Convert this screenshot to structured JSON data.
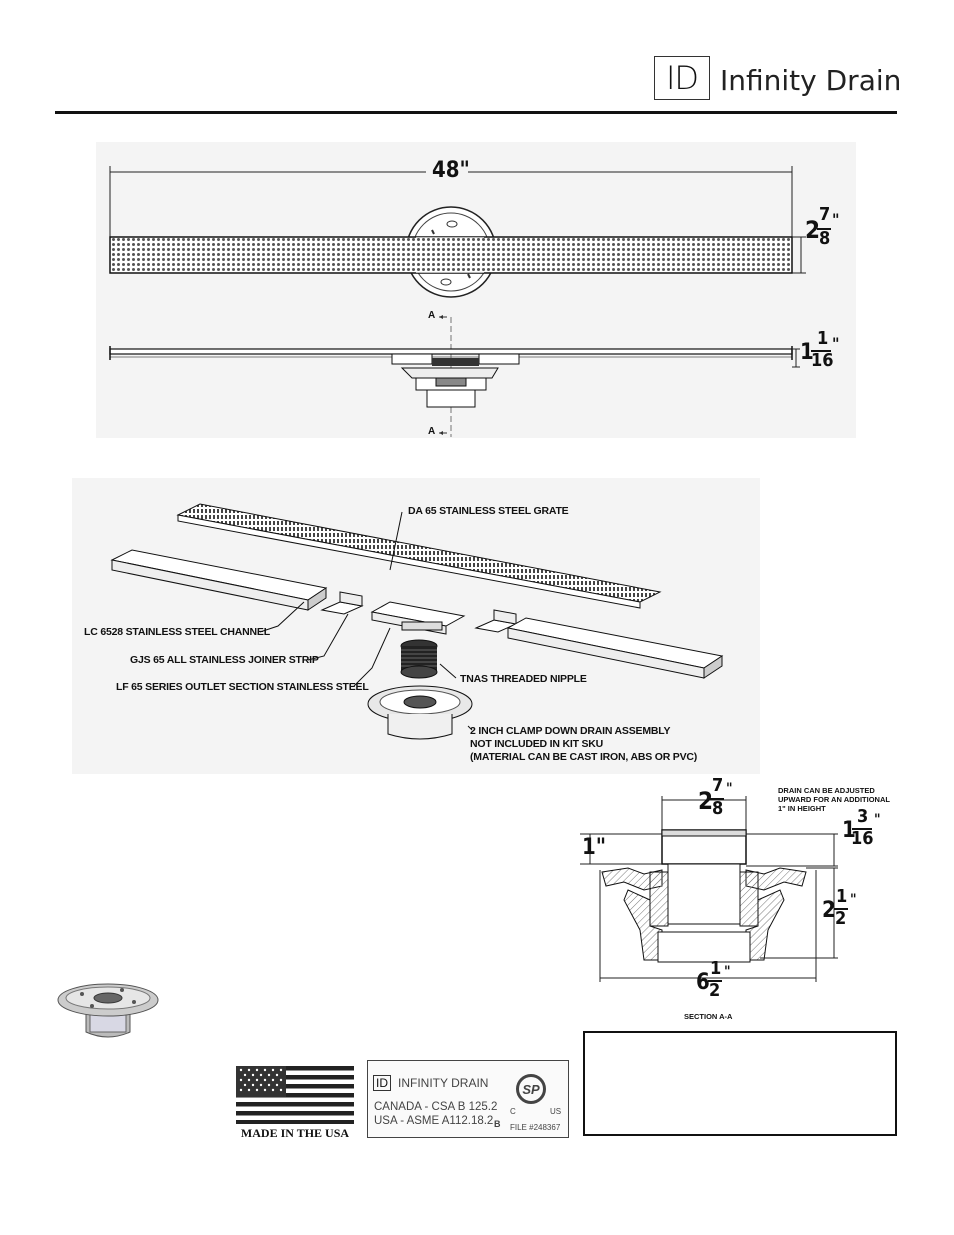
{
  "header": {
    "logo_mark": "ID",
    "brand_name": "Infinity Drain"
  },
  "top_view": {
    "length_label": "48\"",
    "width_whole": "2",
    "width_num": "7",
    "width_den": "8",
    "width_unit": "\""
  },
  "side_view": {
    "section_mark_top": "A",
    "section_mark_bottom": "A",
    "height_whole": "1",
    "height_num": "1",
    "height_den": "16",
    "height_unit": "\""
  },
  "exploded_view": {
    "callouts": {
      "grate": "DA 65 STAINLESS STEEL GRATE",
      "channel": "LC 6528 STAINLESS STEEL CHANNEL",
      "joiner": "GJS 65 ALL STAINLESS JOINER STRIP",
      "outlet": "LF 65 SERIES OUTLET SECTION STAINLESS STEEL",
      "nipple": "TNAS THREADED NIPPLE",
      "drain_line1": "2 INCH CLAMP DOWN DRAIN ASSEMBLY",
      "drain_line2": "NOT INCLUDED IN KIT SKU",
      "drain_line3": "(MATERIAL CAN BE CAST IRON, ABS OR PVC)"
    }
  },
  "section_view": {
    "top_width_whole": "2",
    "top_width_num": "7",
    "top_width_den": "8",
    "top_width_unit": "\"",
    "note_line1": "DRAIN CAN BE ADJUSTED",
    "note_line2": "UPWARD FOR AN ADDITIONAL",
    "note_line3": "1\" IN HEIGHT",
    "left_height": "1\"",
    "right_top_whole": "1",
    "right_top_num": "3",
    "right_top_den": "16",
    "right_top_unit": "\"",
    "right_height_whole": "2",
    "right_height_num": "1",
    "right_height_den": "2",
    "right_height_unit": "\"",
    "bottom_width_whole": "6",
    "bottom_width_num": "1",
    "bottom_width_den": "2",
    "bottom_width_unit": "\"",
    "caption": "SECTION A-A"
  },
  "footer": {
    "flag_caption": "MADE IN THE USA",
    "cert": {
      "logo_mark": "ID",
      "brand": "INFINITY DRAIN",
      "line1": "CANADA - CSA B 125.2",
      "line2": "USA - ASME A112.18.2",
      "mark_letter": "B",
      "csa_mark": "SP",
      "csa_c": "C",
      "csa_us": "US",
      "file_no": "FILE #248367"
    }
  }
}
